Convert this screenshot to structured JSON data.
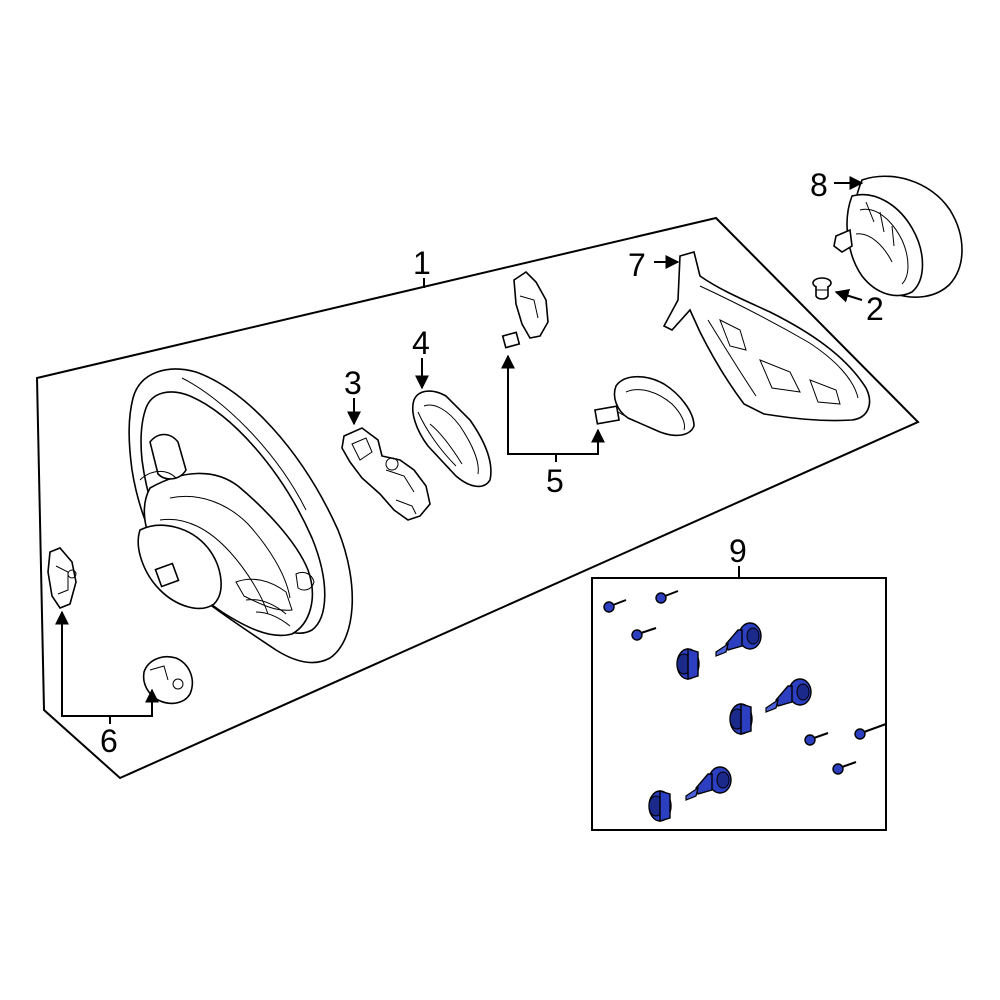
{
  "diagram": {
    "colors": {
      "line": "#000000",
      "background": "#ffffff",
      "highlight": "#2b3fc0"
    },
    "callouts": [
      {
        "id": "1",
        "label": "1"
      },
      {
        "id": "2",
        "label": "2"
      },
      {
        "id": "3",
        "label": "3"
      },
      {
        "id": "4",
        "label": "4"
      },
      {
        "id": "5",
        "label": "5"
      },
      {
        "id": "6",
        "label": "6"
      },
      {
        "id": "7",
        "label": "7"
      },
      {
        "id": "8",
        "label": "8"
      },
      {
        "id": "9",
        "label": "9"
      }
    ]
  }
}
